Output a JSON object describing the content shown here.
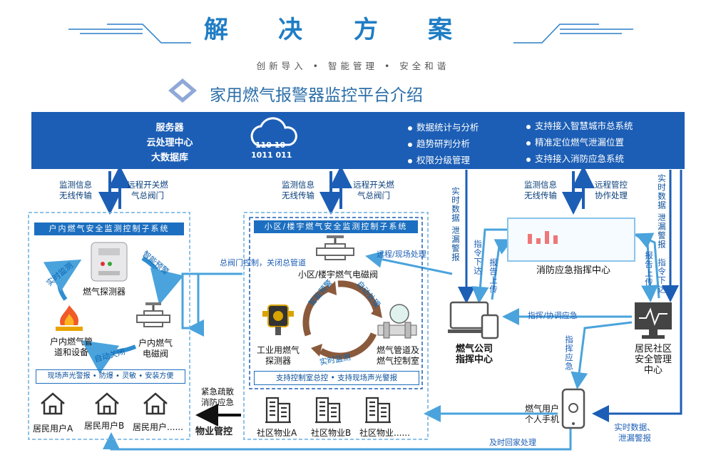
{
  "title_chars": [
    "解",
    "决",
    "方",
    "案"
  ],
  "subtitle": "创新导入 • 智能管理 • 安全和谐",
  "heading": "家用燃气报警器监控平台介绍",
  "server": {
    "line1": "服务器",
    "line2": "云处理中心",
    "line3": "大数据库"
  },
  "cloud_bits": {
    "row1": "110 10",
    "row2": "1011 011"
  },
  "bullets_left": [
    "数据统计与分析",
    "趋势研判分析",
    "权限分级管理"
  ],
  "bullets_right": [
    "支持接入智慧城市总系统",
    "精准定位燃气泄漏位置",
    "支持接入消防应急系统"
  ],
  "arrows_top": {
    "a1_left": "监测信息\n无线传输",
    "a1_right": "远程开关燃\n气总阀门",
    "a2_left": "监测信息\n无线传输",
    "a2_right": "远程开关燃\n气总阀门",
    "a3_left": "监测信息\n无线传输",
    "a3_right": "远程管控\n协作处理",
    "realtime_left": "实时数据 泄漏警报",
    "realtime_right": "实时数据 泄漏警报"
  },
  "indoor": {
    "title": "户内燃气安全监测控制子系统",
    "detector": "燃气探测器",
    "pipe": "户内燃气管\n道和设备",
    "valve": "户内燃气\n电磁阀",
    "arc_monitor": "实时监测",
    "arc_warn": "智能预警",
    "arc_close": "自动关闭",
    "footer": "现场声光警报 • 防爆 • 灵敏 • 安装方便"
  },
  "community": {
    "title": "小区/楼宇燃气安全监测控制子系统",
    "valve": "小区/楼宇燃气电磁阀",
    "industrial": "工业用燃气\n探测器",
    "pipe_room": "燃气管道及\n燃气控制室",
    "arc_warn": "智能预警",
    "arc_auto": "自动处理",
    "arc_monitor": "实时监测",
    "footer": "支持控制室总控 • 支持现场声光警报"
  },
  "labels": {
    "main_valve": "总阀门控制，关闭总管道",
    "remote": "远程/现场处理",
    "emergency": "紧急疏散\n消防应急",
    "property": "物业管控",
    "command": "指挥/协调应急",
    "cmd_down": "指令下达",
    "report_up": "报告上传",
    "report_up2": "报告上传",
    "cmd_down2": "指令下达",
    "resp": "指挥应急",
    "go_home": "及时回家处理",
    "realtime_bottom": "实时数据、\n泄漏警报"
  },
  "fire_center": "消防应急指挥中心",
  "gas_company": "燃气公司\n指挥中心",
  "community_center": "居民社区\n安全管理\n中心",
  "phone": "燃气用户\n个人手机",
  "residents": [
    "居民用户A",
    "居民用户B",
    "居民用户......"
  ],
  "properties": [
    "社区物业A",
    "社区物业B",
    "社区物业......"
  ]
}
